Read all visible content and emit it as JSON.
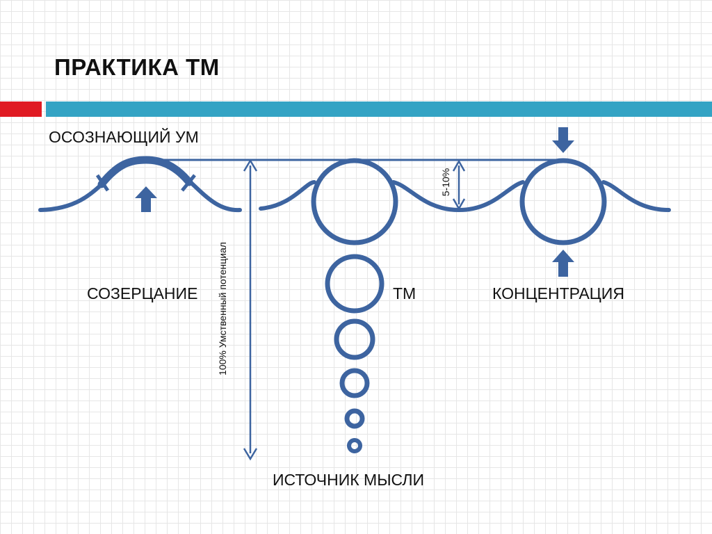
{
  "slide": {
    "title": "ПРАКТИКА ТМ",
    "accent_colors": {
      "red": "#e01b23",
      "blue": "#33a3c4",
      "diagram": "#3d64a0"
    }
  },
  "diagram": {
    "top_label": "ОСОЗНАЮЩИЙ УМ",
    "bottom_label": "ИСТОЧНИК МЫСЛИ",
    "left_label": "СОЗЕРЦАНИЕ",
    "center_label": "ТМ",
    "right_label": "КОНЦЕНТРАЦИЯ",
    "potential_label": "100% Умственный потенциал",
    "surface_label": "5-10%",
    "icons": [
      "arrow-up-icon",
      "arrow-down-icon",
      "arrow-up-icon"
    ]
  }
}
